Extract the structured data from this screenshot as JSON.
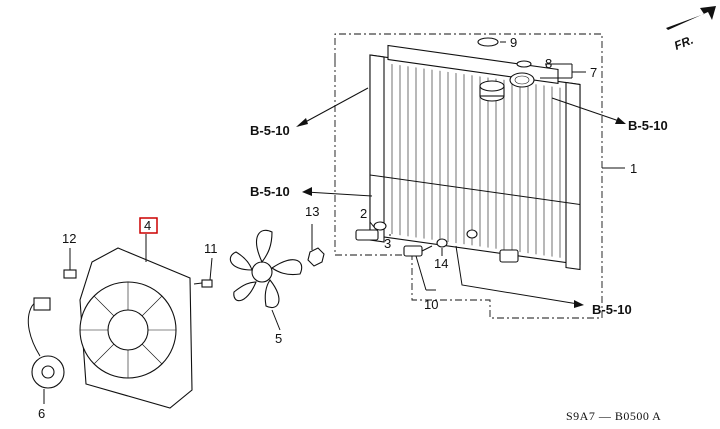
{
  "diagram": {
    "direction_label": "FR.",
    "drawing_code": "S9A7 — B0500 A",
    "callouts": {
      "c1": "1",
      "c2": "2",
      "c3": "3",
      "c4": "4",
      "c5": "5",
      "c6": "6",
      "c7": "7",
      "c8": "8",
      "c9": "9",
      "c10": "10",
      "c11": "11",
      "c12": "12",
      "c13": "13",
      "c14": "14"
    },
    "references": {
      "r_left_top": "B-5-10",
      "r_left_mid": "B-5-10",
      "r_right_top": "B-5-10",
      "r_right_bottom": "B-5-10"
    },
    "highlight_color": "#cc0000"
  }
}
